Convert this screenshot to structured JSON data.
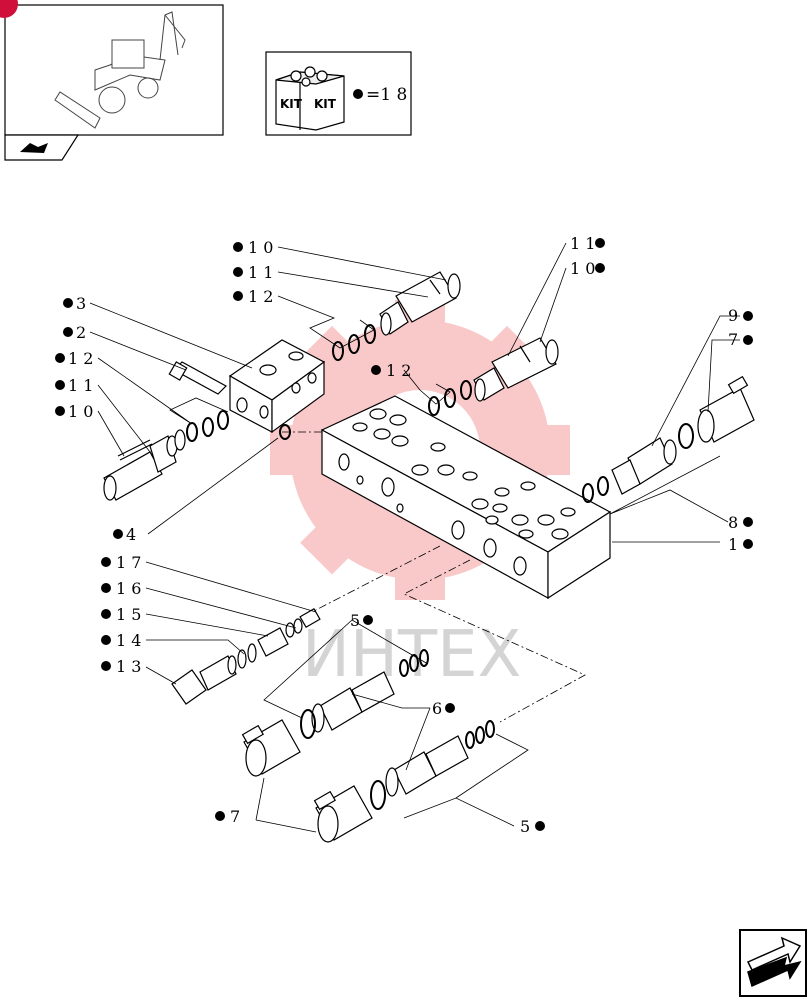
{
  "kit_box": {
    "label_left": "KIT",
    "label_right": "KIT",
    "quantity": "=1 8"
  },
  "watermark": {
    "text": "ИНТЕХ"
  },
  "colors": {
    "line": "#000000",
    "watermark": "#f7b8b8",
    "badge": "#d0103a"
  },
  "callouts": {
    "c1": "1",
    "c2": "2",
    "c3": "3",
    "c4": "4",
    "c5a": "5",
    "c5b": "5",
    "c6": "6",
    "c7a": "7",
    "c7b": "7",
    "c8": "8",
    "c9": "9",
    "c10a": "1 0",
    "c10b": "1 0",
    "c10c": "1 0",
    "c11a": "1 1",
    "c11b": "1 1",
    "c11c": "1 1",
    "c12a": "1 2",
    "c12b": "1 2",
    "c12c": "1 2",
    "c13": "1 3",
    "c14": "1 4",
    "c15": "1 5",
    "c16": "1 6",
    "c17": "1 7"
  },
  "icons": {
    "thumbnail": "backhoe-loader-thumbnail",
    "nav_back": "back-arrow-icon",
    "nav_next": "next-arrow-icon",
    "kit": "kit-box-icon"
  }
}
